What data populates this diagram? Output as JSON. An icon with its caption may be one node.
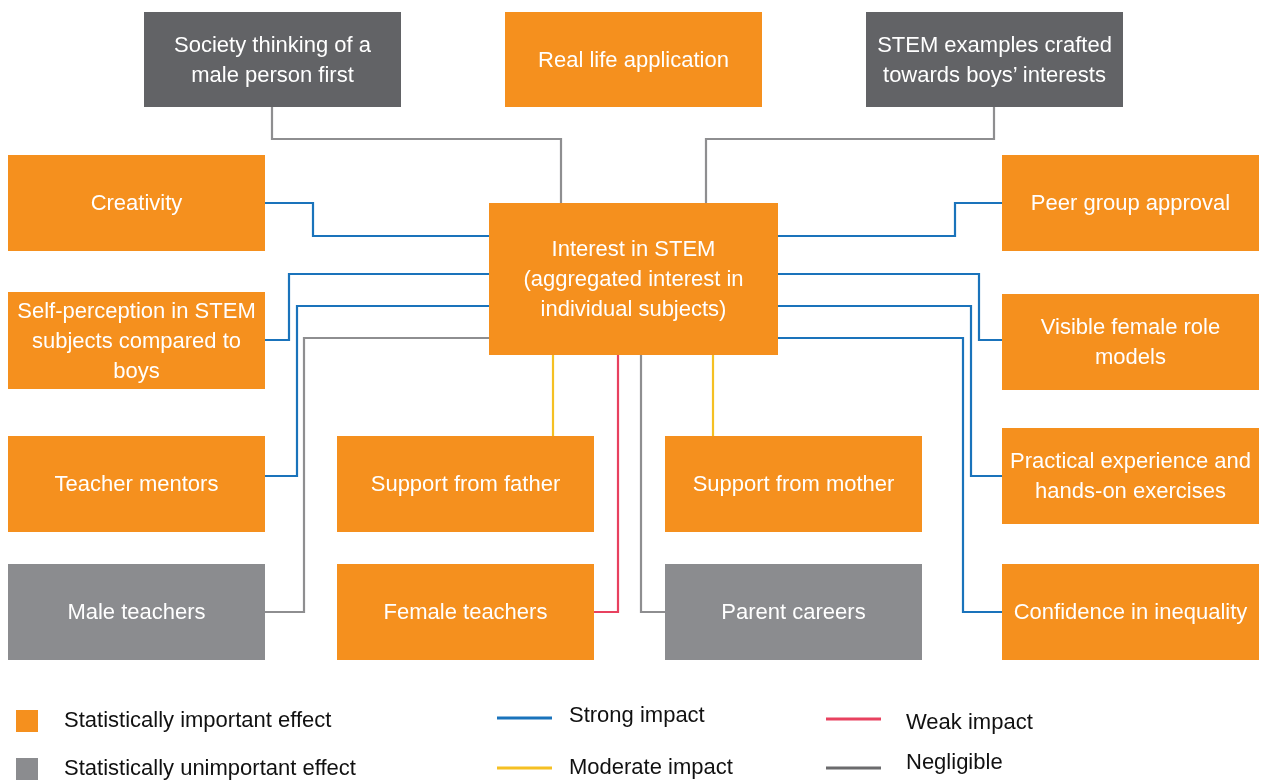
{
  "diagram": {
    "nodes": [
      {
        "text": [
          "Society thinking of a male person first"
        ]
      },
      {
        "text": [
          "Real life application"
        ]
      },
      {
        "text": [
          "STEM examples crafted towards boys’ interests"
        ]
      },
      {
        "text": [
          "Creativity"
        ]
      },
      {
        "text": [
          "Interest in STEM (aggregated interest in individual subjects)"
        ]
      },
      {
        "text": [
          "Peer group approval"
        ]
      },
      {
        "text": [
          "Self-perception in STEM subjects compared to boys"
        ]
      },
      {
        "text": [
          "Visible female role models"
        ]
      },
      {
        "text": [
          "Teacher mentors"
        ]
      },
      {
        "text": [
          "Support from father"
        ]
      },
      {
        "text": [
          "Support from mother"
        ]
      },
      {
        "text": [
          "Practical experience and hands-on exercises"
        ]
      },
      {
        "text": [
          "Male teachers"
        ]
      },
      {
        "text": [
          "Female teachers"
        ]
      },
      {
        "text": [
          "Parent careers"
        ]
      },
      {
        "text": [
          "Confidence in inequality"
        ]
      }
    ],
    "edges": [
      {
        "from": 0,
        "to": 4,
        "arrow": "none",
        "color": "#8e8e90"
      },
      {
        "from": 2,
        "to": 4,
        "arrow": "none",
        "color": "#8e8e90"
      },
      {
        "from": 3,
        "to": 4,
        "arrow": "none"
      },
      {
        "from": 6,
        "to": 4,
        "arrow": "none"
      },
      {
        "from": 8,
        "to": 4,
        "arrow": "none"
      },
      {
        "from": 12,
        "to": 4,
        "arrow": "none",
        "color": "#8e8e90"
      },
      {
        "from": 9,
        "to": 4,
        "arrow": "none",
        "color": "#f5c023"
      },
      {
        "from": 13,
        "to": 4,
        "arrow": "none",
        "color": "#e8415f"
      },
      {
        "from": 14,
        "to": 4,
        "arrow": "none",
        "color": "#8e8e90"
      },
      {
        "from": 10,
        "to": 4,
        "arrow": "none",
        "color": "#f5c023"
      },
      {
        "from": 5,
        "to": 4,
        "arrow": "none"
      },
      {
        "from": 7,
        "to": 4,
        "arrow": "none"
      },
      {
        "from": 11,
        "to": 4,
        "arrow": "none"
      },
      {
        "from": 15,
        "to": 4,
        "arrow": "none"
      }
    ],
    "legend": [
      {
        "text": "Statistically important effect",
        "color": "#f5901e"
      },
      {
        "text": "Statistically unimportant effect",
        "color": "#8b8c8f"
      },
      {
        "text": "Strong impact"
      },
      {
        "text": "Moderate impact"
      },
      {
        "text": "Weak impact"
      },
      {
        "text": "Negligible"
      }
    ]
  }
}
